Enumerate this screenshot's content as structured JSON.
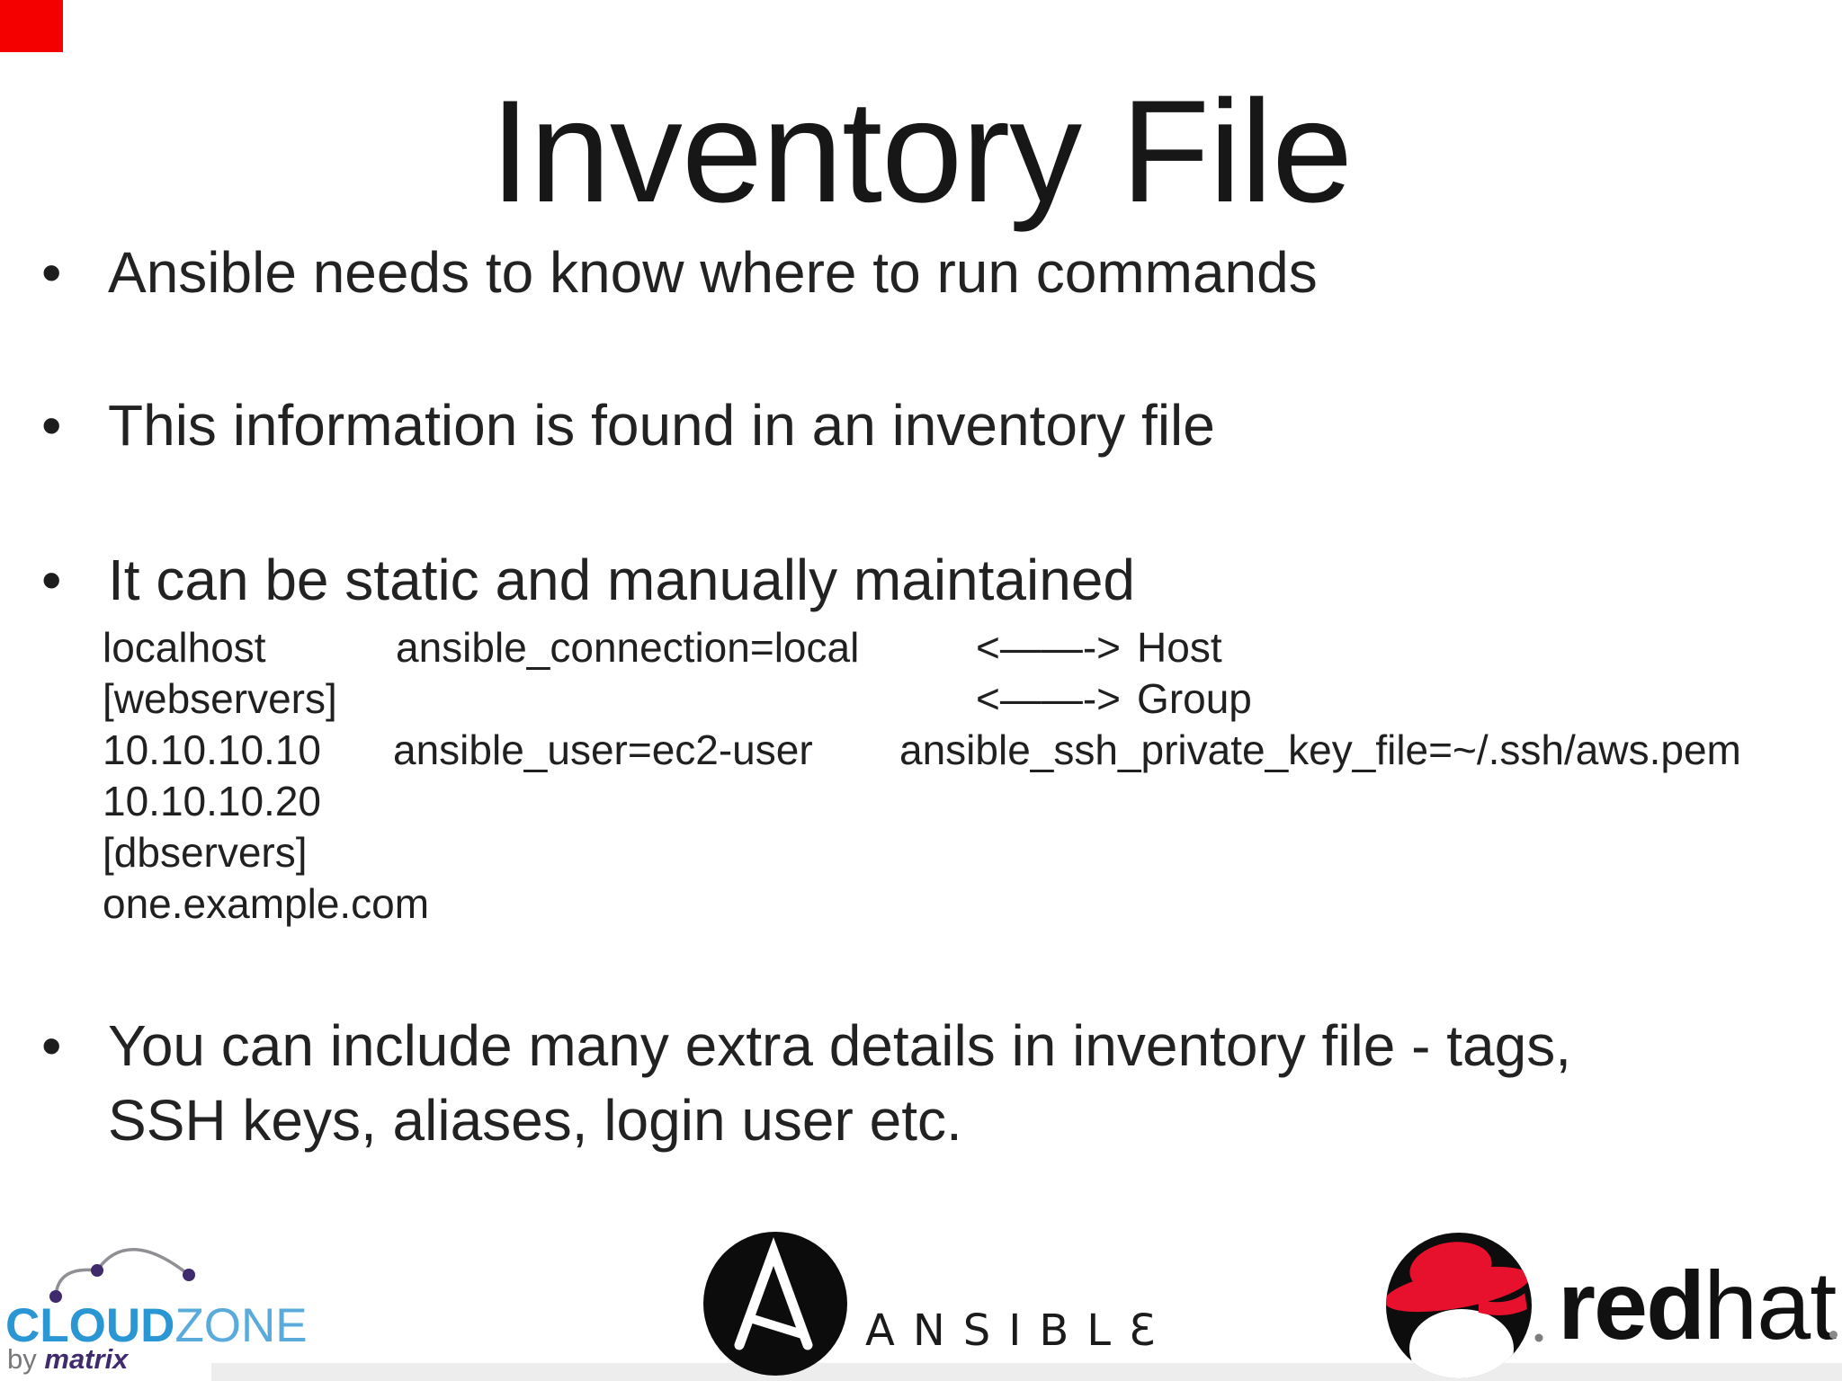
{
  "slide": {
    "title": "Inventory File",
    "bullets": [
      {
        "lines": [
          "Ansible needs to know where to run commands"
        ]
      },
      {
        "lines": [
          "This information is found in an inventory file"
        ]
      },
      {
        "lines": [
          "It can be static and manually maintained"
        ]
      },
      {
        "lines": [
          "You can include many extra details in inventory file - tags,",
          "SSH keys, aliases, login user etc."
        ]
      }
    ],
    "bullet_glyph": "•",
    "code": {
      "line1": {
        "host": "localhost",
        "var": "ansible_connection=local",
        "arrow": "<——->",
        "arrow_label": "Host"
      },
      "line2": {
        "group": "[webservers]",
        "arrow": "<——->",
        "arrow_label": "Group"
      },
      "line3": {
        "host": "10.10.10.10",
        "var1": "ansible_user=ec2-user",
        "var2": "ansible_ssh_private_key_file=~/.ssh/aws.pem"
      },
      "line4": "10.10.10.20",
      "line5": "[dbservers]",
      "line6": "one.example.com"
    }
  },
  "footer": {
    "cloudzone": {
      "word_bold": "CLOUD",
      "word_light": "ZONE",
      "by": "by",
      "brand": "matrix"
    },
    "ansible": {
      "wordmark": "ANSIBLƐ"
    },
    "redhat": {
      "word_bold": "red",
      "word_light": "hat",
      "dot": "."
    }
  },
  "icons": {
    "cloud_icon": "cloudzone cloud outline with three node dots",
    "ansible_a_icon": "white letter A in black circle",
    "redhat_shadowman_icon": "shadowman face with red fedora in black circle"
  },
  "colors": {
    "background": "#ffffff",
    "text": "#1d1d1d",
    "marker_red": "#f40000",
    "cloudzone_blue_bold": "#2a96d4",
    "cloudzone_blue_light": "#5aabdc",
    "matrix_purple": "#3f2a6e",
    "by_gray": "#77787b",
    "ansible_black": "#0c0c0c",
    "redhat_red": "#e8112d",
    "footer_strip_gray": "#ededed"
  }
}
